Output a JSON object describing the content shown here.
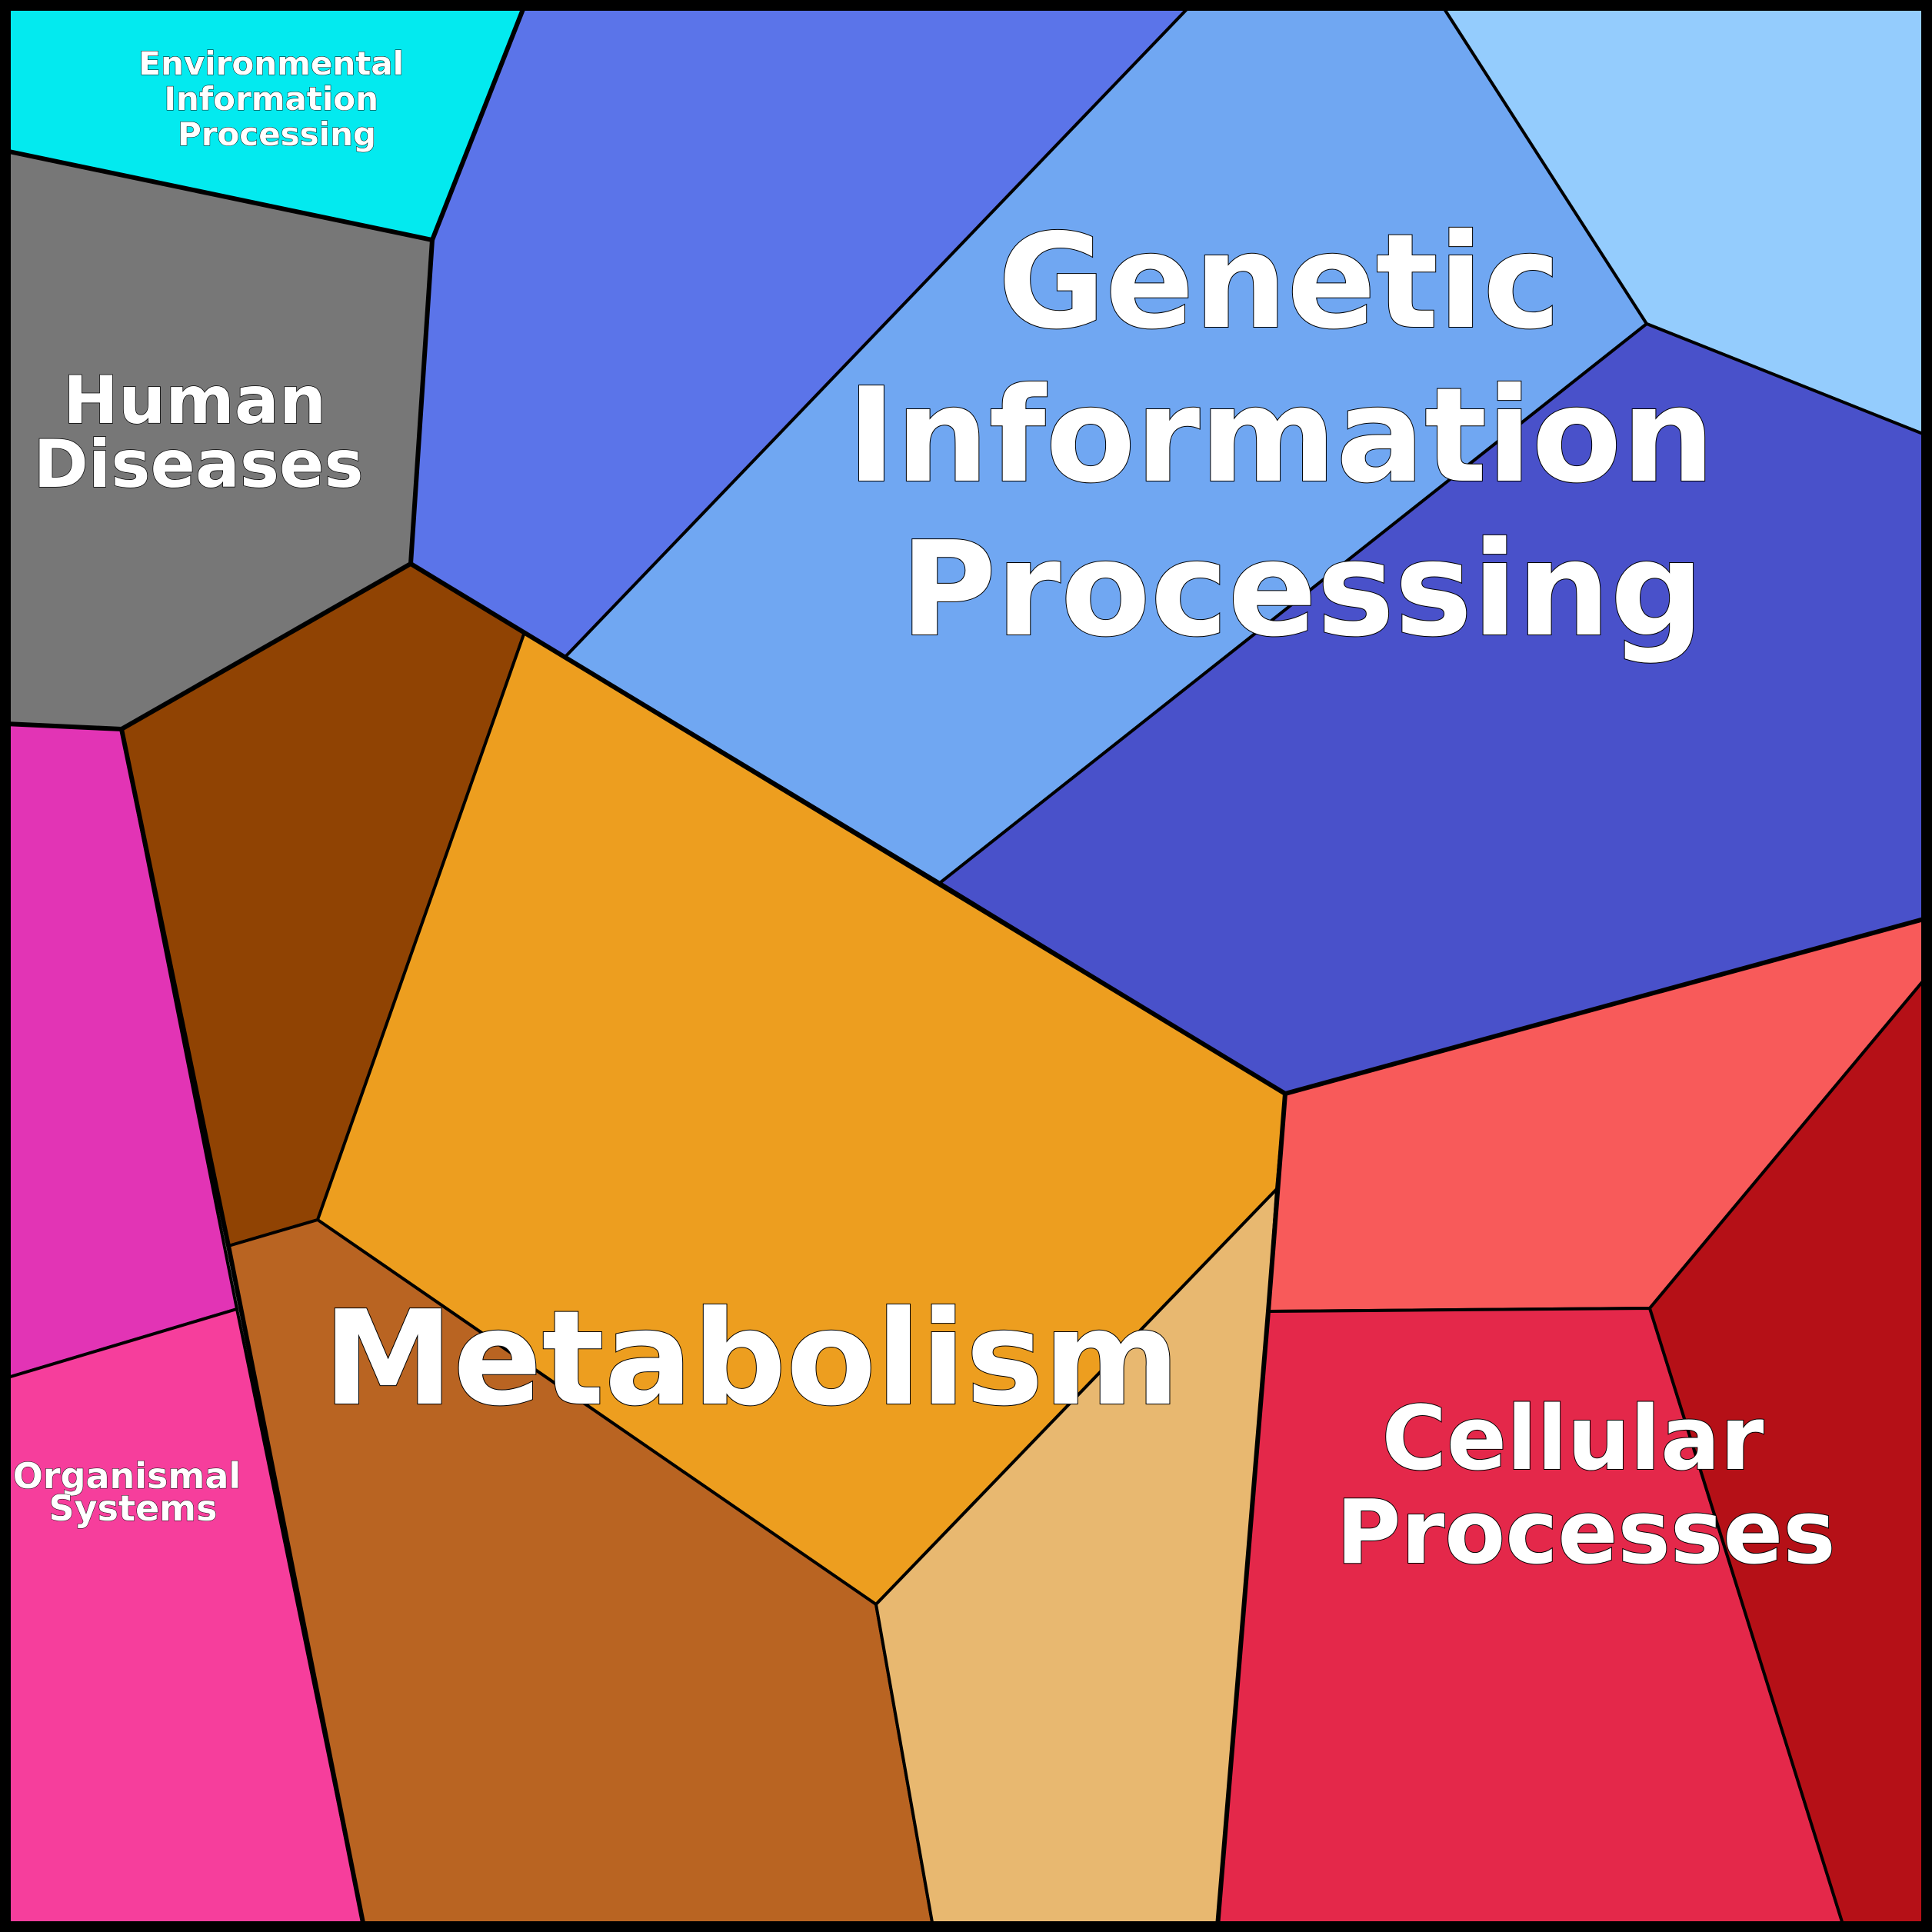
{
  "diagram": {
    "type": "voronoi-treemap",
    "colors": {
      "environmental_information_processing": "#03eaef",
      "human_diseases": "#777777",
      "organismal_systems_a": "#e234b5",
      "organismal_systems_b": "#f63e9c",
      "metabolism_a": "#904303",
      "metabolism_b": "#ed9e1f",
      "metabolism_c": "#b96422",
      "metabolism_d": "#e8b870",
      "genetic_information_processing_a": "#5b74e9",
      "genetic_information_processing_b": "#70a7f2",
      "genetic_information_processing_c": "#94ccfd",
      "genetic_information_processing_d": "#4951ca",
      "cellular_processes_a": "#f85a5a",
      "cellular_processes_b": "#e4284a",
      "cellular_processes_c": "#b51017"
    },
    "labels": {
      "environmental_information_processing": [
        "Environmental",
        "Information",
        "Processing"
      ],
      "human_diseases": [
        "Human",
        "Diseases"
      ],
      "genetic_information_processing": [
        "Genetic",
        "Information",
        "Processing"
      ],
      "organismal_systems": [
        "Organismal",
        "Systems"
      ],
      "metabolism": [
        "Metabolism"
      ],
      "cellular_processes": [
        "Cellular",
        "Processes"
      ]
    }
  }
}
